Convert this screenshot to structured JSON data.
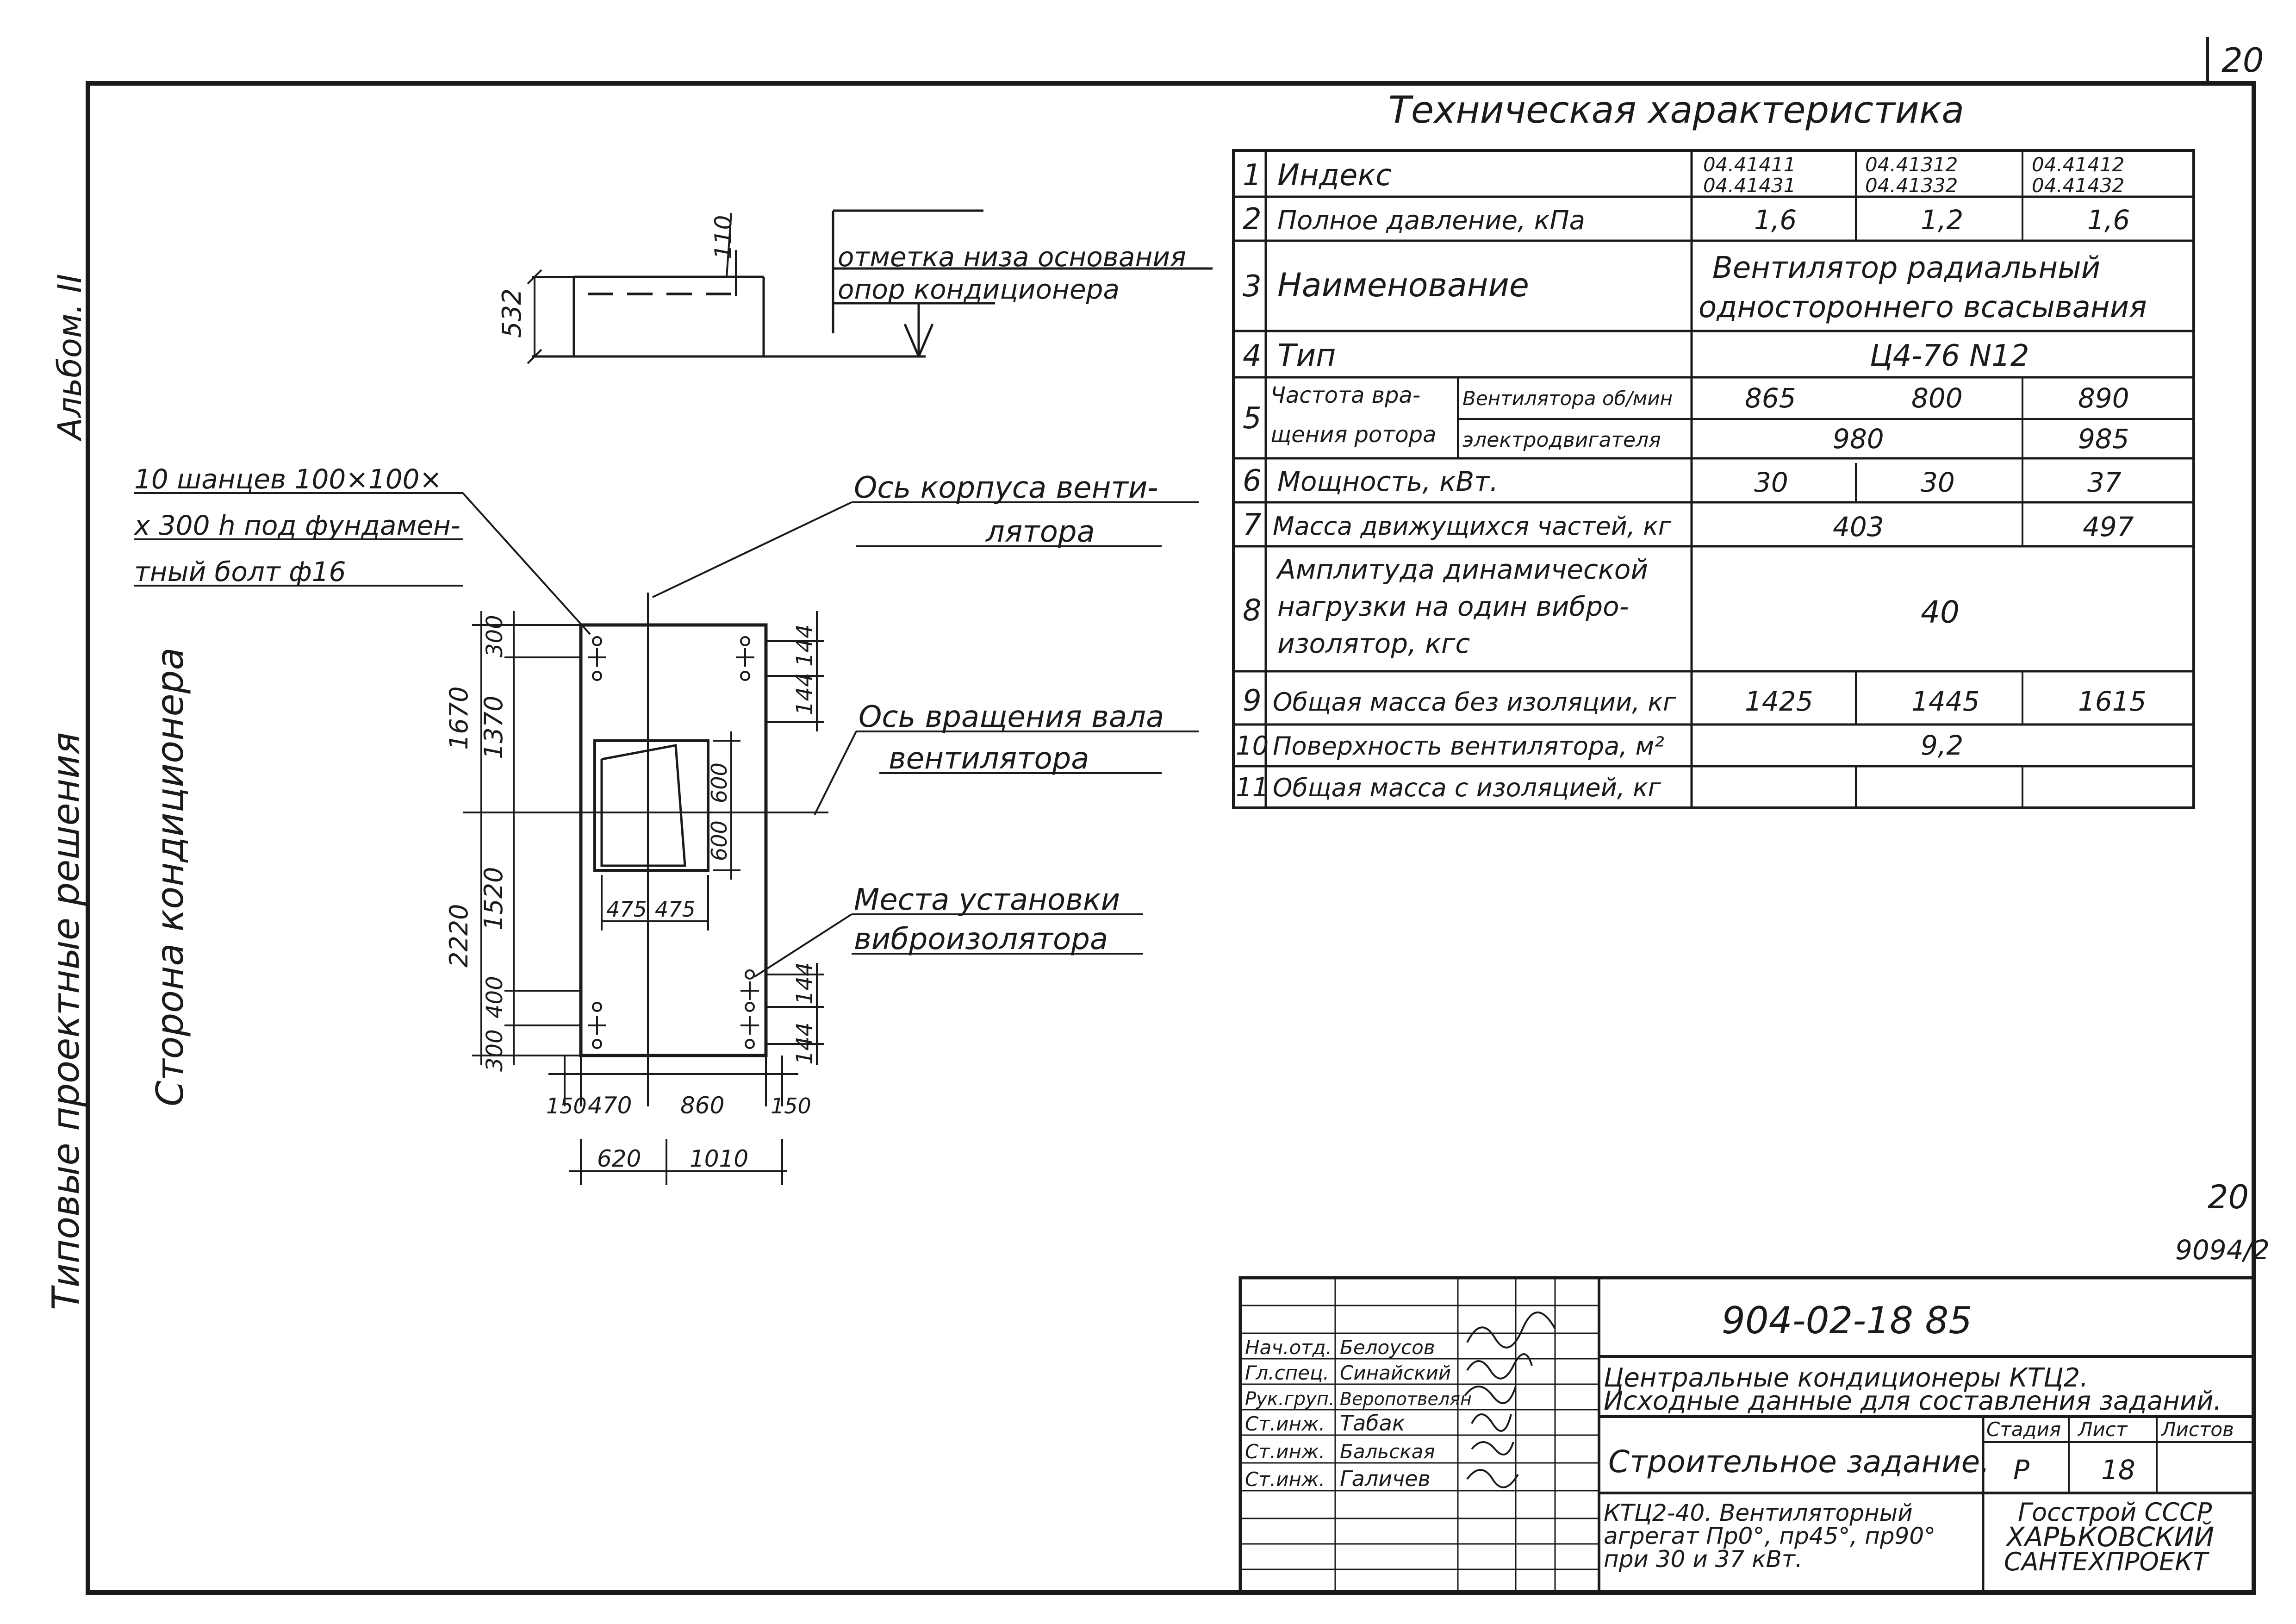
{
  "sheet": {
    "sheet_number_top": "20",
    "side_note_album": "Альбом. II",
    "side_note_series": "Типовые проектные решения",
    "side_note_side": "Сторона кондиционера",
    "page_number": "20",
    "page_code": "9094/2"
  },
  "drawing": {
    "elevation_mark_label_1": "отметка низа основания",
    "elevation_mark_label_2": "опор кондиционера",
    "elev_532": "532",
    "elev_110": "110",
    "label_anchors_1": "10 шанцев 100×100×",
    "label_anchors_2": "х 300 h под фундамен-",
    "label_anchors_3": "тный болт ф16",
    "label_fan_axis_1": "Ось корпуса венти-",
    "label_fan_axis_2": "лятора",
    "label_shaft_axis_1": "Ось вращения вала",
    "label_shaft_axis_2": "вентилятора",
    "label_vibro_1": "Места установки",
    "label_vibro_2": "виброизолятора",
    "dims": {
      "d300a": "300",
      "d1370": "1370",
      "d1670": "1670",
      "d1520": "1520",
      "d2220": "2220",
      "d400": "400",
      "d300b": "300",
      "d144a": "144",
      "d144b": "144",
      "d144c": "144",
      "d144d": "144",
      "d600a": "600",
      "d600b": "600",
      "d475a": "475",
      "d475b": "475",
      "d150a": "150",
      "d470": "470",
      "d860": "860",
      "d150b": "150",
      "d620": "620",
      "d1010": "1010"
    }
  },
  "tech_table": {
    "title": "Техническая характеристика",
    "rows": [
      {
        "num": "1",
        "label": "Индекс",
        "c1": "04.41411\n04.41431",
        "c2": "04.41312\n04.41332",
        "c3": "04.41412\n04.41432"
      },
      {
        "num": "2",
        "label": "Полное давление, кПа",
        "c1": "1,6",
        "c2": "1,2",
        "c3": "1,6"
      },
      {
        "num": "3",
        "label": "Наименование",
        "merged": "Вентилятор радиальный\nодностороннего всасывания"
      },
      {
        "num": "4",
        "label": "Тип",
        "merged": "Ц4-76 N12"
      },
      {
        "num": "5",
        "label": "Частота вра-\nщения ротора",
        "sub1": "Вентилятора об/мин",
        "sub2": "электродвигателя",
        "c1": "865",
        "c2": "800",
        "c3": "890",
        "m12": "980",
        "c3b": "985"
      },
      {
        "num": "6",
        "label": "Мощность, кВт.",
        "c1": "30",
        "c2": "30",
        "c3": "37"
      },
      {
        "num": "7",
        "label": "Масса движущихся частей, кг",
        "m12": "403",
        "c3": "497"
      },
      {
        "num": "8",
        "label": "Амплитуда динамической\nнагрузки на один вибро-\nизолятор, кгс",
        "merged": "40"
      },
      {
        "num": "9",
        "label": "Общая масса без изоляции, кг",
        "c1": "1425",
        "c2": "1445",
        "c3": "1615"
      },
      {
        "num": "10",
        "label": "Поверхность вентилятора, м²",
        "merged": "9,2"
      },
      {
        "num": "11",
        "label": "Общая масса с изоляцией, кг",
        "c1": "",
        "c2": "",
        "c3": ""
      }
    ]
  },
  "title_block": {
    "doc_code": "904-02-18 85",
    "title_1": "Центральные кондиционеры КТЦ2.",
    "title_2": "Исходные данные для составления заданий.",
    "subject": "Строительное задание.",
    "stage_h": "Стадия",
    "sheet_h": "Лист",
    "sheets_h": "Листов",
    "stage": "Р",
    "sheet": "18",
    "sheets": "",
    "desc_1": "КТЦ2-40. Вентиляторный",
    "desc_2": "агрегат Пр0°, пр45°, пр90°",
    "desc_3": "при 30 и 37 кВт.",
    "org_1": "Госстрой СССР",
    "org_2": "ХАРЬКОВСКИЙ",
    "org_3": "САНТЕХПРОЕКТ",
    "roles": [
      {
        "role": "Нач.отд.",
        "name": "Белоусов"
      },
      {
        "role": "Гл.спец.",
        "name": "Синайский"
      },
      {
        "role": "Рук.груп.",
        "name": "Веропотвелян"
      },
      {
        "role": "Ст.инж.",
        "name": "Табак"
      },
      {
        "role": "Ст.инж.",
        "name": "Бальская"
      },
      {
        "role": "Ст.инж.",
        "name": "Галичев"
      }
    ]
  }
}
